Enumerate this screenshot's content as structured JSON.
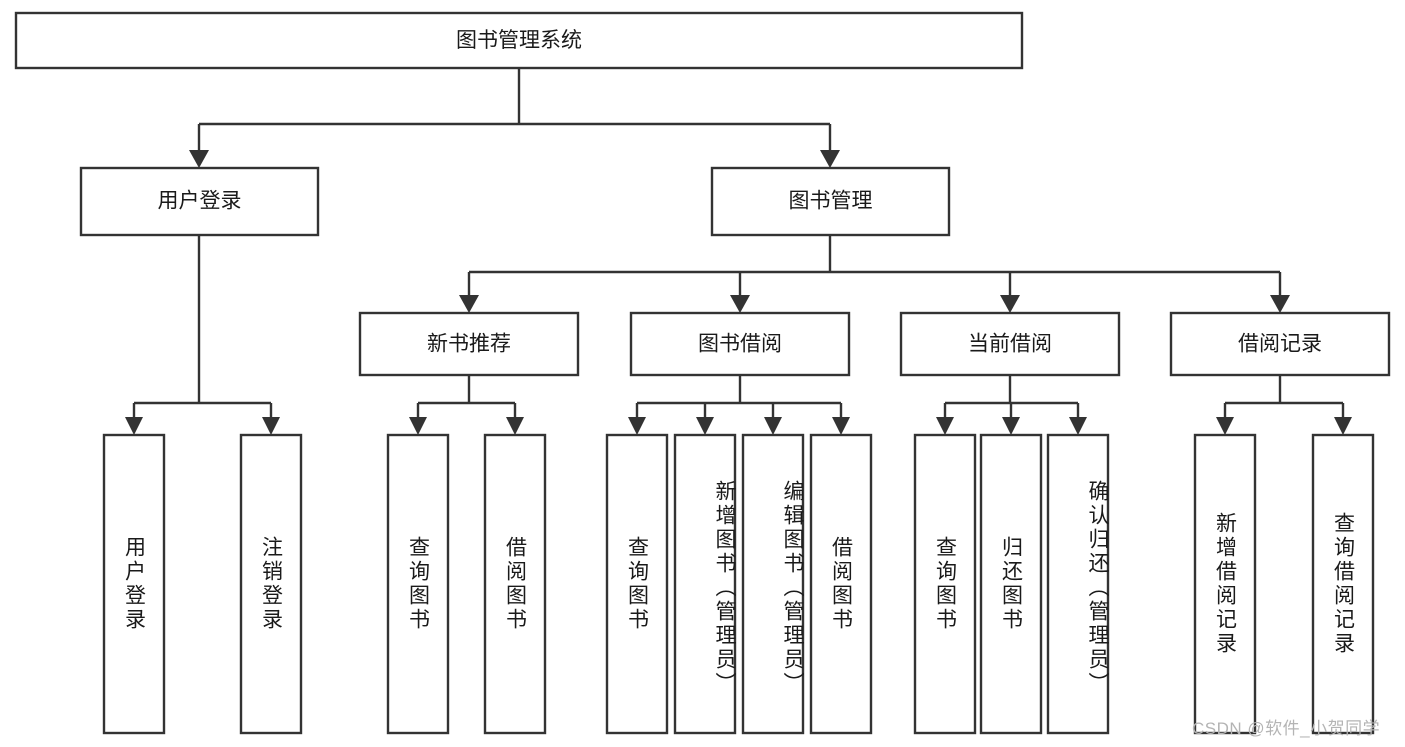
{
  "diagram": {
    "type": "tree-hierarchy",
    "title": "图书管理系统",
    "colors": {
      "box_stroke": "#333333",
      "box_fill": "#ffffff",
      "connector": "#333333",
      "text": "#1a1a1a",
      "background": "#ffffff",
      "watermark": "#b4b4b4"
    },
    "root": {
      "label": "图书管理系统"
    },
    "level2": [
      {
        "id": "user-login",
        "label": "用户登录"
      },
      {
        "id": "book-management",
        "label": "图书管理"
      }
    ],
    "level3": [
      {
        "id": "new-book-recommend",
        "label": "新书推荐"
      },
      {
        "id": "book-borrow",
        "label": "图书借阅"
      },
      {
        "id": "current-borrow",
        "label": "当前借阅"
      },
      {
        "id": "borrow-record",
        "label": "借阅记录"
      }
    ],
    "leaves": {
      "user-login": [
        {
          "id": "leaf-user-login",
          "label": "用户登录"
        },
        {
          "id": "leaf-logout-login",
          "label": "注销登录"
        }
      ],
      "new-book-recommend": [
        {
          "id": "leaf-query-book-1",
          "label": "查询图书"
        },
        {
          "id": "leaf-borrow-book-1",
          "label": "借阅图书"
        }
      ],
      "book-borrow": [
        {
          "id": "leaf-query-book-2",
          "label": "查询图书"
        },
        {
          "id": "leaf-add-book",
          "label": "新增图书（管理员）"
        },
        {
          "id": "leaf-edit-book",
          "label": "编辑图书（管理员）"
        },
        {
          "id": "leaf-borrow-book-2",
          "label": "借阅图书"
        }
      ],
      "current-borrow": [
        {
          "id": "leaf-query-book-3",
          "label": "查询图书"
        },
        {
          "id": "leaf-return-book",
          "label": "归还图书"
        },
        {
          "id": "leaf-confirm-return",
          "label": "确认归还（管理员）"
        }
      ],
      "borrow-record": [
        {
          "id": "leaf-add-record",
          "label": "新增借阅记录"
        },
        {
          "id": "leaf-query-record",
          "label": "查询借阅记录"
        }
      ]
    }
  },
  "watermark": {
    "text": "CSDN @软件_小贺同学"
  }
}
